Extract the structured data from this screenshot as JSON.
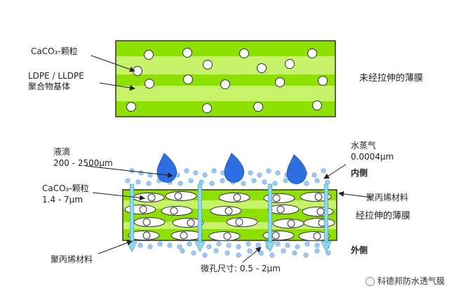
{
  "top": {
    "particle_label": "CaCO₃-颗粒",
    "matrix_label_1": "LDPE / LLDPE",
    "matrix_label_2": "聚合物基体",
    "film_label": "未经拉伸的薄膜"
  },
  "bottom": {
    "droplet_label": "液滴",
    "droplet_size": "200 - 2500µm",
    "vapor_label": "水蒸气",
    "vapor_size": "0.0004µm",
    "inside_label": "内侧",
    "particle_label": "CaCO₃-颗粒",
    "particle_size": "1.4 - 7µm",
    "material_label_top": "聚丙烯材料",
    "film_label": "经拉伸的薄膜",
    "outside_label": "外侧",
    "material_label_bottom": "聚丙烯材料",
    "pore_label": "微孔尺寸: 0.5 - 2µm"
  },
  "watermark": "科德邦防水透气膜",
  "colors": {
    "film_green": "#8ee000",
    "film_stripe": "#c6f36a",
    "border": "#333333",
    "droplet": "#2d6fe0",
    "vapor": "#9dc9f0",
    "arrow": "#8fd8ef"
  }
}
